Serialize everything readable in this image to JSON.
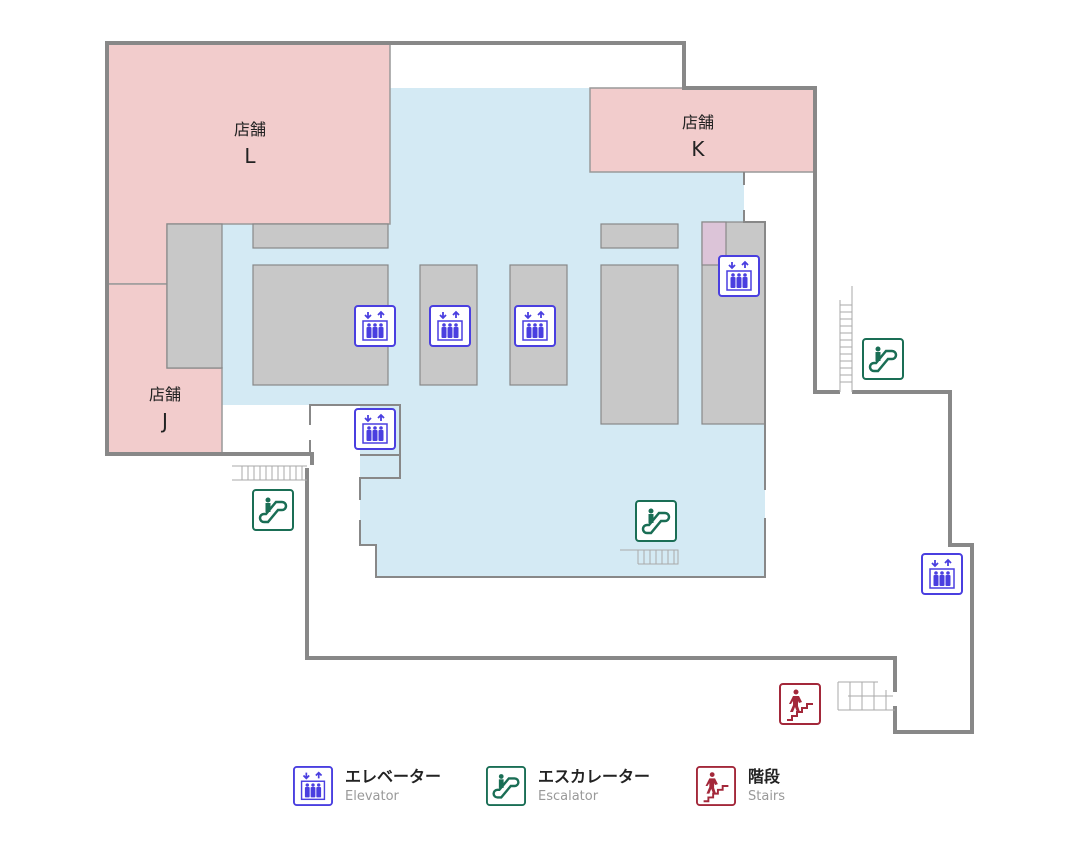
{
  "stores": [
    {
      "label": "店舗",
      "id": "L"
    },
    {
      "label": "店舗",
      "id": "K"
    },
    {
      "label": "店舗",
      "id": "J"
    }
  ],
  "legend": [
    {
      "icon": "elevator-icon",
      "jp": "エレベーター",
      "en": "Elevator",
      "color": "#4a3fe0"
    },
    {
      "icon": "escalator-icon",
      "jp": "エスカレーター",
      "en": "Escalator",
      "color": "#1a6e55"
    },
    {
      "icon": "stairs-icon",
      "jp": "階段",
      "en": "Stairs",
      "color": "#a3283a"
    }
  ],
  "colors": {
    "store": "#f2cccc",
    "common": "#d4eaf4",
    "block": "#c8c8c8",
    "wall": "#888888",
    "restricted": "#dcc4d8"
  }
}
